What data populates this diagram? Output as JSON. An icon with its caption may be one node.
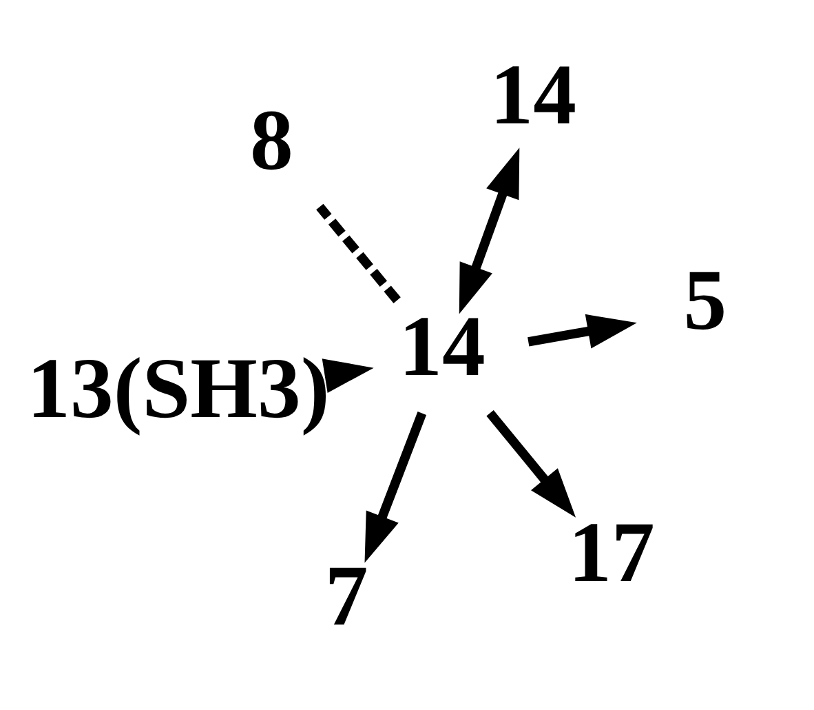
{
  "diagram": {
    "nodes": [
      {
        "text": [
          "13(SH3)"
        ]
      },
      {
        "text": [
          "14"
        ]
      },
      {
        "text": [
          "17"
        ]
      },
      {
        "text": [
          "14"
        ]
      },
      {
        "text": [
          "5"
        ]
      },
      {
        "text": [
          "8"
        ]
      },
      {
        "text": [
          "7"
        ]
      }
    ],
    "edges": [
      {
        "from": 0,
        "to": 1,
        "arrow": "to"
      },
      {
        "from": 1,
        "to": 2,
        "arrow": "to"
      },
      {
        "from": 1,
        "to": 3,
        "arrow": "both"
      },
      {
        "from": 1,
        "to": 4,
        "arrow": "to"
      },
      {
        "from": 1,
        "to": 5,
        "arrow": "none",
        "style": "dashed"
      },
      {
        "from": 1,
        "to": 6,
        "arrow": "to"
      }
    ]
  }
}
